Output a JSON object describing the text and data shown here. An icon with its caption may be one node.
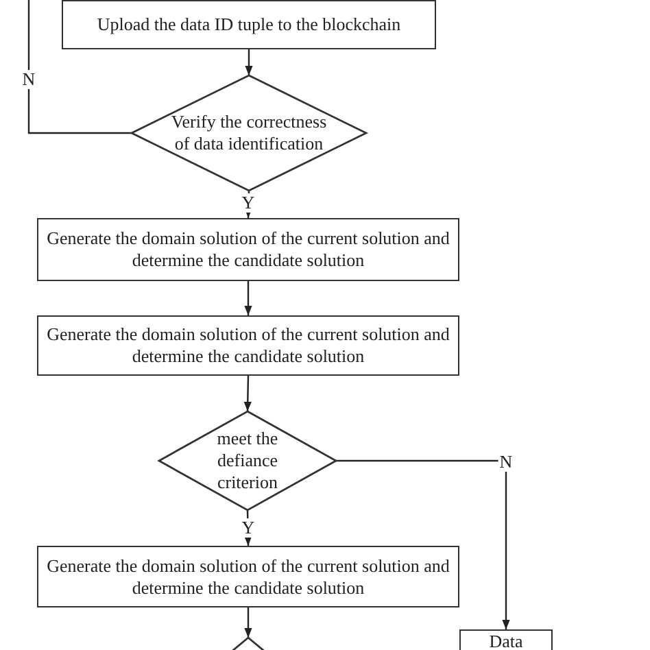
{
  "diagram": {
    "nodes": [
      {
        "text": [
          "Upload the data ID tuple to the blockchain"
        ]
      },
      {
        "text": [
          "Verify the correctness of data identification"
        ]
      },
      {
        "text": [
          "Generate the domain solution of the current solution and determine the candidate solution"
        ]
      },
      {
        "text": [
          "Generate the domain solution of the current solution and determine the candidate solution"
        ]
      },
      {
        "text": [
          "meet the defiance criterion"
        ]
      },
      {
        "text": [
          "Generate the domain solution of the current solution and determine the candidate solution"
        ]
      },
      {
        "text": [],
        "shape": "diamond"
      },
      {
        "text": [
          "Data"
        ]
      }
    ],
    "edges": [
      {
        "from": 0,
        "to": 1,
        "arrow": "to"
      },
      {
        "from": 1,
        "to": null,
        "arrow": "none",
        "label": "N"
      },
      {
        "from": 1,
        "to": 2,
        "arrow": "to",
        "label": "Y"
      },
      {
        "from": 2,
        "to": 3,
        "arrow": "to"
      },
      {
        "from": 3,
        "to": 4,
        "arrow": "to"
      },
      {
        "from": 4,
        "to": 5,
        "arrow": "to",
        "label": "Y"
      },
      {
        "from": 4,
        "to": 7,
        "arrow": "to",
        "label": "N"
      },
      {
        "from": 5,
        "to": 6,
        "arrow": "to"
      }
    ]
  }
}
